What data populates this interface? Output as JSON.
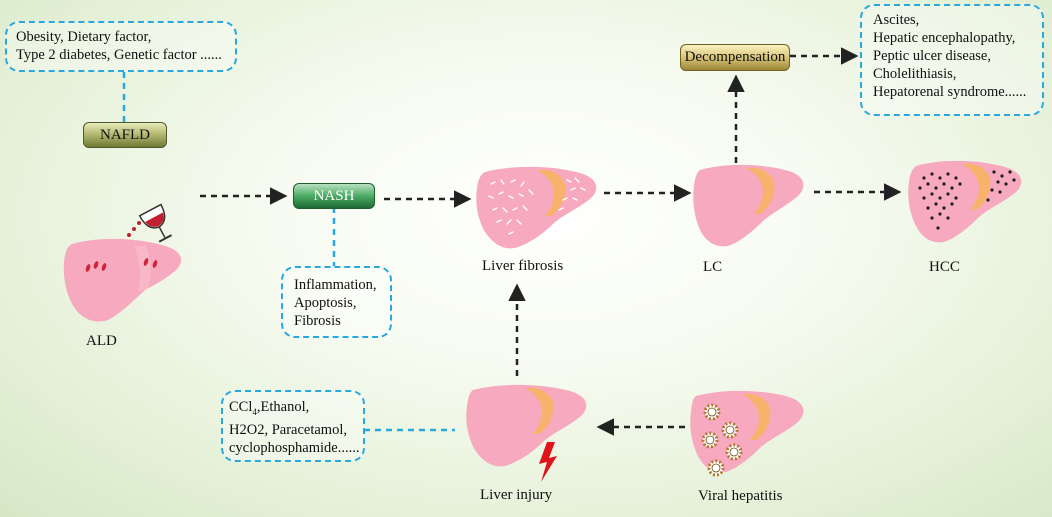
{
  "risk_factors": {
    "lines": [
      "Obesity, Dietary factor,",
      "Type 2 diabetes, Genetic factor ......"
    ]
  },
  "nafld": {
    "label": "NAFLD"
  },
  "nash": {
    "label": "NASH"
  },
  "decompensation": {
    "label": "Decompensation"
  },
  "complications": {
    "lines": [
      "Ascites,",
      "Hepatic encephalopathy,",
      "Peptic ulcer disease,",
      "Cholelithiasis,",
      "Hepatorenal syndrome......"
    ]
  },
  "nash_features": {
    "lines": [
      "Inflammation,",
      "Apoptosis,",
      "Fibrosis"
    ]
  },
  "toxins": {
    "line1_main": "CCl",
    "line1_sub": "4",
    "line1_rest": ",Ethanol,",
    "line2": "H2O2, Paracetamol,",
    "line3": "cyclophosphamide......"
  },
  "stages": {
    "ald": "ALD",
    "liver_fibrosis": "Liver fibrosis",
    "lc": "LC",
    "hcc": "HCC",
    "liver_injury": "Liver injury",
    "viral_hepatitis": "Viral hepatitis"
  },
  "colors": {
    "liver_fill": "#f6a9bf",
    "liver_edge": "#f7b36b",
    "arrow": "#222222",
    "connector": "#28a8e0"
  }
}
